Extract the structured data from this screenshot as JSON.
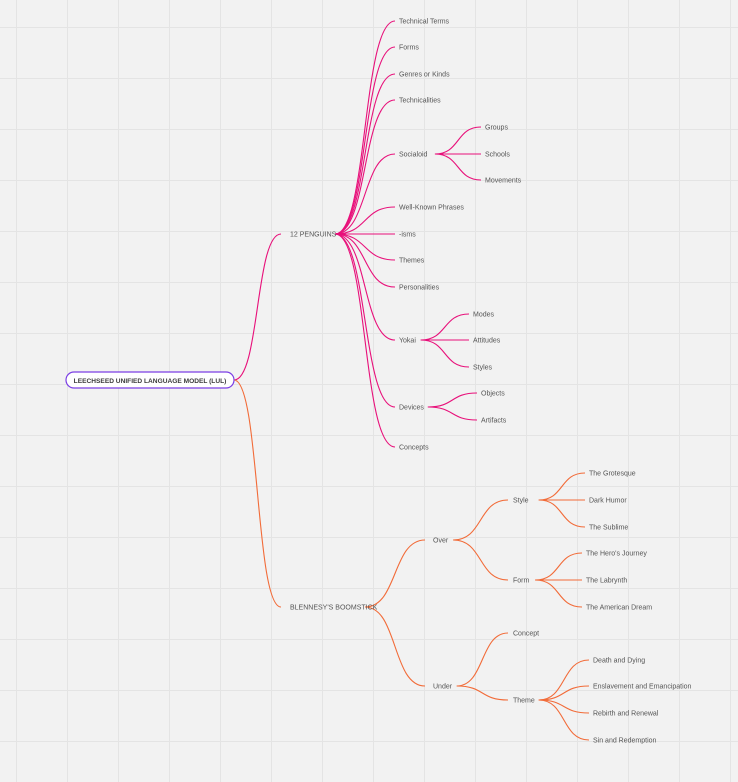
{
  "root": {
    "label": "LEECHSEED UNIFIED LANGUAGE MODEL (LUL)",
    "border_color": "#7b3fe4"
  },
  "branches": [
    {
      "id": "penguins",
      "label": "12 PENGUINS",
      "color": "#e8107a",
      "children": [
        {
          "label": "Technical Terms",
          "children": []
        },
        {
          "label": "Forms",
          "children": []
        },
        {
          "label": "Genres or Kinds",
          "children": []
        },
        {
          "label": "Technicalities",
          "children": []
        },
        {
          "label": "Socialoid",
          "children": [
            {
              "label": "Groups"
            },
            {
              "label": "Schools"
            },
            {
              "label": "Movements"
            }
          ]
        },
        {
          "label": "Well-Known Phrases",
          "children": []
        },
        {
          "label": "-isms",
          "children": []
        },
        {
          "label": "Themes",
          "children": []
        },
        {
          "label": "Personalities",
          "children": []
        },
        {
          "label": "Yokai",
          "children": [
            {
              "label": "Modes"
            },
            {
              "label": "Attitudes"
            },
            {
              "label": "Styles"
            }
          ]
        },
        {
          "label": "Devices",
          "children": [
            {
              "label": "Objects"
            },
            {
              "label": "Artifacts"
            }
          ]
        },
        {
          "label": "Concepts",
          "children": []
        }
      ]
    },
    {
      "id": "boomstick",
      "label": "BLENNESY'S BOOMSTICK",
      "color": "#f26b38",
      "children": [
        {
          "label": "Over",
          "children": [
            {
              "label": "Style",
              "children": [
                {
                  "label": "The Grotesque"
                },
                {
                  "label": "Dark Humor"
                },
                {
                  "label": "The Sublime"
                }
              ]
            },
            {
              "label": "Form",
              "children": [
                {
                  "label": "The Hero's Journey"
                },
                {
                  "label": "The Labrynth"
                },
                {
                  "label": "The American Dream"
                }
              ]
            }
          ]
        },
        {
          "label": "Under",
          "children": [
            {
              "label": "Concept",
              "children": []
            },
            {
              "label": "Theme",
              "children": [
                {
                  "label": "Death and Dying"
                },
                {
                  "label": "Enslavement and Emancipation"
                },
                {
                  "label": "Rebirth and Renewal"
                },
                {
                  "label": "Sin and Redemption"
                }
              ]
            }
          ]
        }
      ]
    }
  ]
}
